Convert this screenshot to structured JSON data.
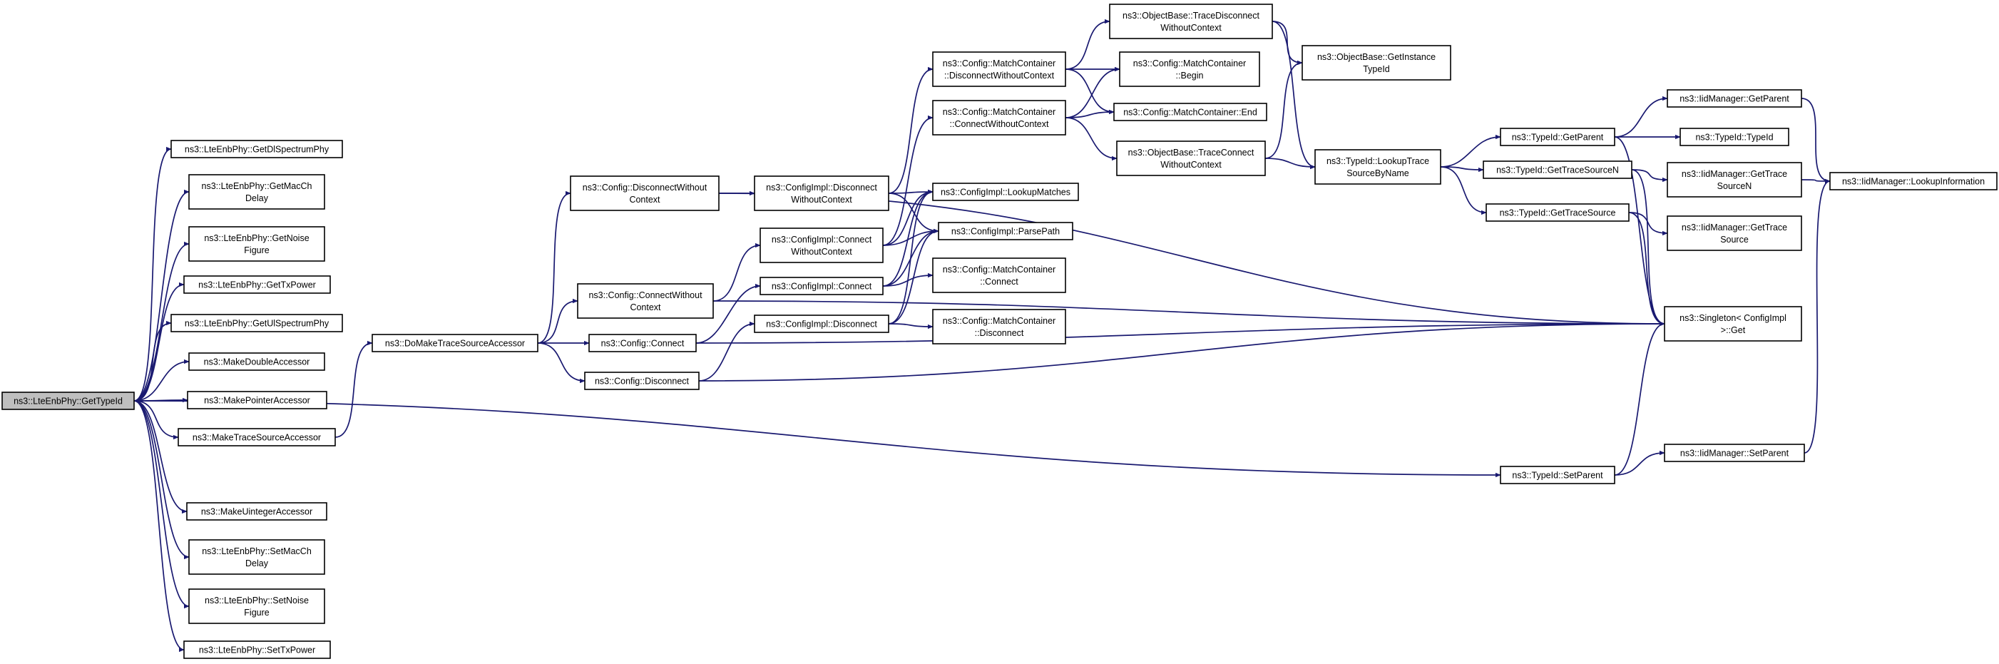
{
  "graph": {
    "nodes": [
      {
        "id": "root",
        "label": [
          "ns3::LteEnbPhy::GetTypeId"
        ],
        "root": true
      },
      {
        "id": "getDl",
        "label": [
          "ns3::LteEnbPhy::GetDlSpectrumPhy"
        ]
      },
      {
        "id": "getMac",
        "label": [
          "ns3::LteEnbPhy::GetMacCh",
          "Delay"
        ]
      },
      {
        "id": "getNoise",
        "label": [
          "ns3::LteEnbPhy::GetNoise",
          "Figure"
        ]
      },
      {
        "id": "getTx",
        "label": [
          "ns3::LteEnbPhy::GetTxPower"
        ]
      },
      {
        "id": "getUl",
        "label": [
          "ns3::LteEnbPhy::GetUlSpectrumPhy"
        ]
      },
      {
        "id": "mkDouble",
        "label": [
          "ns3::MakeDoubleAccessor"
        ]
      },
      {
        "id": "mkPointer",
        "label": [
          "ns3::MakePointerAccessor"
        ]
      },
      {
        "id": "mkTrace",
        "label": [
          "ns3::MakeTraceSourceAccessor"
        ]
      },
      {
        "id": "mkUint",
        "label": [
          "ns3::MakeUintegerAccessor"
        ]
      },
      {
        "id": "setMac",
        "label": [
          "ns3::LteEnbPhy::SetMacCh",
          "Delay"
        ]
      },
      {
        "id": "setNoise",
        "label": [
          "ns3::LteEnbPhy::SetNoise",
          "Figure"
        ]
      },
      {
        "id": "setTx",
        "label": [
          "ns3::LteEnbPhy::SetTxPower"
        ]
      },
      {
        "id": "doMake",
        "label": [
          "ns3::DoMakeTraceSourceAccessor"
        ]
      },
      {
        "id": "cfgDisconnWC",
        "label": [
          "ns3::Config::DisconnectWithout",
          "Context"
        ]
      },
      {
        "id": "cfgConnWC",
        "label": [
          "ns3::Config::ConnectWithout",
          "Context"
        ]
      },
      {
        "id": "cfgConnect",
        "label": [
          "ns3::Config::Connect"
        ]
      },
      {
        "id": "cfgDisconnect",
        "label": [
          "ns3::Config::Disconnect"
        ]
      },
      {
        "id": "implDisconnWC",
        "label": [
          "ns3::ConfigImpl::Disconnect",
          "WithoutContext"
        ]
      },
      {
        "id": "implConnWC",
        "label": [
          "ns3::ConfigImpl::Connect",
          "WithoutContext"
        ]
      },
      {
        "id": "implConnect",
        "label": [
          "ns3::ConfigImpl::Connect"
        ]
      },
      {
        "id": "implDisconnect",
        "label": [
          "ns3::ConfigImpl::Disconnect"
        ]
      },
      {
        "id": "mcDisconnWC",
        "label": [
          "ns3::Config::MatchContainer",
          "::DisconnectWithoutContext"
        ]
      },
      {
        "id": "mcConnWC",
        "label": [
          "ns3::Config::MatchContainer",
          "::ConnectWithoutContext"
        ]
      },
      {
        "id": "lookupMatches",
        "label": [
          "ns3::ConfigImpl::LookupMatches"
        ]
      },
      {
        "id": "parsePath",
        "label": [
          "ns3::ConfigImpl::ParsePath"
        ]
      },
      {
        "id": "mcConnect",
        "label": [
          "ns3::Config::MatchContainer",
          "::Connect"
        ]
      },
      {
        "id": "mcDisconnect",
        "label": [
          "ns3::Config::MatchContainer",
          "::Disconnect"
        ]
      },
      {
        "id": "obTraceDisconnWC",
        "label": [
          "ns3::ObjectBase::TraceDisconnect",
          "WithoutContext"
        ]
      },
      {
        "id": "mcBegin",
        "label": [
          "ns3::Config::MatchContainer",
          "::Begin"
        ]
      },
      {
        "id": "mcEnd",
        "label": [
          "ns3::Config::MatchContainer::End"
        ]
      },
      {
        "id": "obTraceConnWC",
        "label": [
          "ns3::ObjectBase::TraceConnect",
          "WithoutContext"
        ]
      },
      {
        "id": "obGetInstance",
        "label": [
          "ns3::ObjectBase::GetInstance",
          "TypeId"
        ]
      },
      {
        "id": "lookupTrace",
        "label": [
          "ns3::TypeId::LookupTrace",
          "SourceByName"
        ]
      },
      {
        "id": "tidGetParent",
        "label": [
          "ns3::TypeId::GetParent"
        ]
      },
      {
        "id": "tidGetTraceN",
        "label": [
          "ns3::TypeId::GetTraceSourceN"
        ]
      },
      {
        "id": "tidGetTrace",
        "label": [
          "ns3::TypeId::GetTraceSource"
        ]
      },
      {
        "id": "tidSetParent",
        "label": [
          "ns3::TypeId::SetParent"
        ]
      },
      {
        "id": "iidGetParent",
        "label": [
          "ns3::IidManager::GetParent"
        ]
      },
      {
        "id": "tidTypeId",
        "label": [
          "ns3::TypeId::TypeId"
        ]
      },
      {
        "id": "iidGetTraceN",
        "label": [
          "ns3::IidManager::GetTrace",
          "SourceN"
        ]
      },
      {
        "id": "iidGetTrace",
        "label": [
          "ns3::IidManager::GetTrace",
          "Source"
        ]
      },
      {
        "id": "singleton",
        "label": [
          "ns3::Singleton< ConfigImpl",
          ">::Get"
        ]
      },
      {
        "id": "iidSetParent",
        "label": [
          "ns3::IidManager::SetParent"
        ]
      },
      {
        "id": "iidLookupInfo",
        "label": [
          "ns3::IidManager::LookupInformation"
        ]
      }
    ],
    "edges": [
      [
        "root",
        "getDl"
      ],
      [
        "root",
        "getMac"
      ],
      [
        "root",
        "getNoise"
      ],
      [
        "root",
        "getTx"
      ],
      [
        "root",
        "getUl"
      ],
      [
        "root",
        "mkDouble"
      ],
      [
        "root",
        "mkPointer"
      ],
      [
        "root",
        "mkTrace"
      ],
      [
        "root",
        "mkUint"
      ],
      [
        "root",
        "setMac"
      ],
      [
        "root",
        "setNoise"
      ],
      [
        "root",
        "setTx"
      ],
      [
        "root",
        "tidSetParent"
      ],
      [
        "mkTrace",
        "doMake"
      ],
      [
        "doMake",
        "cfgDisconnWC"
      ],
      [
        "doMake",
        "cfgConnWC"
      ],
      [
        "doMake",
        "cfgConnect"
      ],
      [
        "doMake",
        "cfgDisconnect"
      ],
      [
        "cfgDisconnWC",
        "implDisconnWC"
      ],
      [
        "cfgDisconnWC",
        "singleton"
      ],
      [
        "cfgConnWC",
        "implConnWC"
      ],
      [
        "cfgConnWC",
        "singleton"
      ],
      [
        "cfgConnect",
        "implConnect"
      ],
      [
        "cfgConnect",
        "singleton"
      ],
      [
        "cfgDisconnect",
        "implDisconnect"
      ],
      [
        "cfgDisconnect",
        "singleton"
      ],
      [
        "implDisconnWC",
        "mcDisconnWC"
      ],
      [
        "implDisconnWC",
        "lookupMatches"
      ],
      [
        "implDisconnWC",
        "parsePath"
      ],
      [
        "implConnWC",
        "mcConnWC"
      ],
      [
        "implConnWC",
        "lookupMatches"
      ],
      [
        "implConnWC",
        "parsePath"
      ],
      [
        "implConnect",
        "lookupMatches"
      ],
      [
        "implConnect",
        "parsePath"
      ],
      [
        "implConnect",
        "mcConnect"
      ],
      [
        "implDisconnect",
        "lookupMatches"
      ],
      [
        "implDisconnect",
        "parsePath"
      ],
      [
        "implDisconnect",
        "mcDisconnect"
      ],
      [
        "mcDisconnWC",
        "obTraceDisconnWC"
      ],
      [
        "mcDisconnWC",
        "mcBegin"
      ],
      [
        "mcDisconnWC",
        "mcEnd"
      ],
      [
        "mcConnWC",
        "mcBegin"
      ],
      [
        "mcConnWC",
        "mcEnd"
      ],
      [
        "mcConnWC",
        "obTraceConnWC"
      ],
      [
        "obTraceDisconnWC",
        "obGetInstance"
      ],
      [
        "obTraceDisconnWC",
        "lookupTrace"
      ],
      [
        "obTraceConnWC",
        "obGetInstance"
      ],
      [
        "obTraceConnWC",
        "lookupTrace"
      ],
      [
        "lookupTrace",
        "tidGetParent"
      ],
      [
        "lookupTrace",
        "tidGetTraceN"
      ],
      [
        "lookupTrace",
        "tidGetTrace"
      ],
      [
        "tidGetParent",
        "iidGetParent"
      ],
      [
        "tidGetParent",
        "tidTypeId"
      ],
      [
        "tidGetParent",
        "singleton"
      ],
      [
        "tidGetTraceN",
        "iidGetTraceN"
      ],
      [
        "tidGetTraceN",
        "singleton"
      ],
      [
        "tidGetTrace",
        "iidGetTrace"
      ],
      [
        "tidGetTrace",
        "singleton"
      ],
      [
        "tidSetParent",
        "iidSetParent"
      ],
      [
        "tidSetParent",
        "singleton"
      ],
      [
        "iidGetParent",
        "iidLookupInfo"
      ],
      [
        "iidGetTraceN",
        "iidLookupInfo"
      ],
      [
        "iidSetParent",
        "iidLookupInfo"
      ]
    ]
  }
}
